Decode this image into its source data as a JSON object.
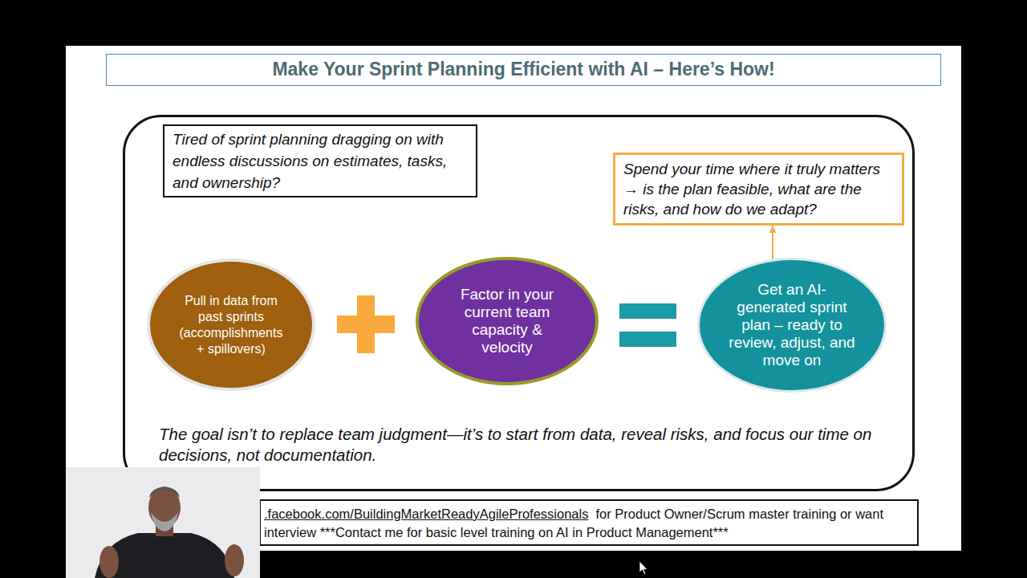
{
  "diagram": {
    "title": "Make Your Sprint Planning Efficient with AI – Here’s How!",
    "nodes": [
      {
        "text": [
          "The goal isn’t to replace team judgment—it’s to start from data, reveal risks, and focus our time on decisions, not documentation."
        ]
      },
      {
        "text": [
          "Tired of sprint planning dragging on with endless discussions on estimates, tasks, and ownership?"
        ],
        "in": 0
      },
      {
        "text": [
          "Spend your time where it truly matters → is the plan feasible, what are the risks, and how do we adapt?"
        ],
        "in": 0
      },
      {
        "text": [
          "Pull in data from past sprints (accomplishments + spillovers)"
        ],
        "in": 0
      },
      {
        "text": [
          "Factor in your current team capacity & velocity"
        ],
        "in": 0
      },
      {
        "text": [
          "Get an AI-generated sprint plan – ready to review, adjust, and move on"
        ],
        "in": 0
      },
      {
        "text": [
          ".facebook.com/BuildingMarketReadyAgileProfessionals",
          "for Product Owner/Scrum master training or want interview ***Contact me for basic level training on AI in Product Management***"
        ]
      }
    ],
    "edges": [
      {
        "from": 5,
        "to": 2,
        "arrow": "to"
      }
    ]
  }
}
